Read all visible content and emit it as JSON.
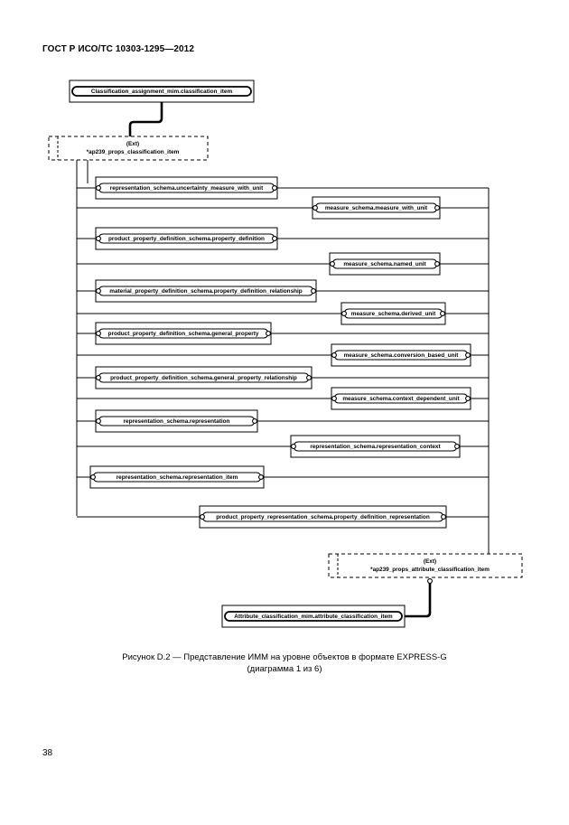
{
  "document": {
    "header": "ГОСТ Р ИСО/ТС 10303-1295—2012",
    "caption_line1": "Рисунок D.2 — Представление ИММ на уровне объектов в формате EXPRESS-G",
    "caption_line2": "(диаграмма 1 из 6)",
    "page_number": "38"
  },
  "diagram": {
    "top_entity": "Classification_assignment_mim.classification_item",
    "select_left": {
      "ext": "(Ext)",
      "name": "*ap239_props_classification_item"
    },
    "select_right": {
      "ext": "(Ext)",
      "name": "*ap239_props_attribute_classification_item"
    },
    "bottom_entity": "Attribute_classification_mim.attribute_classification_item",
    "items": [
      "representation_schema.uncertainty_measure_with_unit",
      "measure_schema.measure_with_unit",
      "product_property_definition_schema.property_definition",
      "measure_schema.named_unit",
      "material_property_definition_schema.property_definition_relationship",
      "measure_schema.derived_unit",
      "product_property_definition_schema.general_property",
      "measure_schema.conversion_based_unit",
      "product_property_definition_schema.general_property_relationship",
      "measure_schema.context_dependent_unit",
      "representation_schema.representation",
      "representation_schema.representation_context",
      "representation_schema.representation_item",
      "product_property_representation_schema.property_definition_representation"
    ]
  }
}
